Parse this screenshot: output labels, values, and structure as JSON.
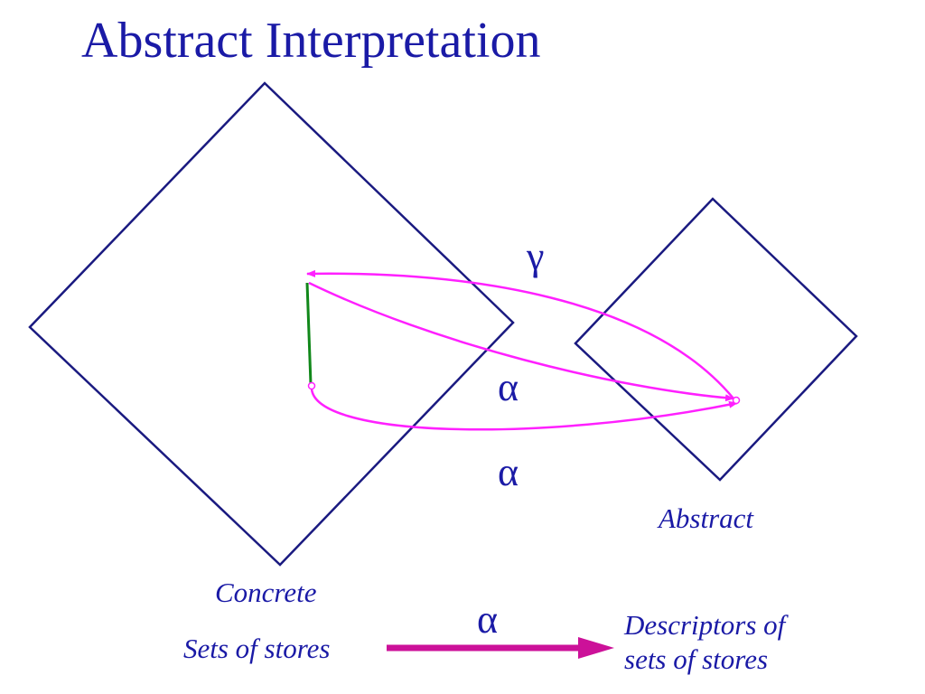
{
  "title": "Abstract Interpretation",
  "labels": {
    "concrete": "Concrete",
    "abstract": "Abstract",
    "sets_of_stores": "Sets of stores",
    "descriptors_line1": "Descriptors of",
    "descriptors_line2": "sets of stores"
  },
  "symbols": {
    "gamma": "γ",
    "alpha_upper": "α",
    "alpha_lower": "α",
    "alpha_legend": "α"
  },
  "colors": {
    "text": "#1a1aa6",
    "lattice": "#1a1a80",
    "arrow": "#ff20ff",
    "legend_arrow": "#cc1199",
    "order_edge": "#11881a",
    "background": "#ffffff"
  }
}
